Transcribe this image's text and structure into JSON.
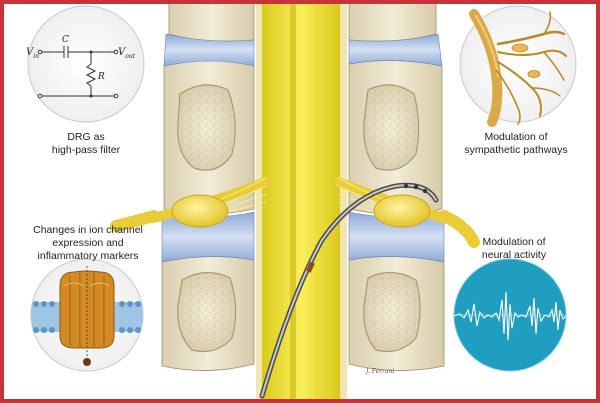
{
  "colors": {
    "border": "#c8323a",
    "vertebra": "#ece3c8",
    "disc": "#b7c8e6",
    "spinal_cord": "#f0e132",
    "nerve": "#f0d64a",
    "signal_bg": "#1f9ec0",
    "channel": "#d28a24"
  },
  "labels": {
    "drg_filter": [
      "DRG as",
      "high-pass filter"
    ],
    "sympathetic": [
      "Modulation of",
      "sympathetic pathways"
    ],
    "ion_channel": [
      "Changes in ion channel",
      "expression and",
      "inflammatory markers"
    ],
    "neural": [
      "Modulation of",
      "neural activity"
    ]
  },
  "circuit": {
    "v_in": "V",
    "v_in_sub": "in",
    "v_out": "V",
    "v_out_sub": "out",
    "capacitor": "C",
    "resistor": "R"
  },
  "signature": "J. Ferrani",
  "icons": [
    "high-pass-filter-circuit-icon",
    "sympathetic-nerve-icon",
    "ion-channel-membrane-icon",
    "neural-signal-icon",
    "needle-lead-icon"
  ]
}
